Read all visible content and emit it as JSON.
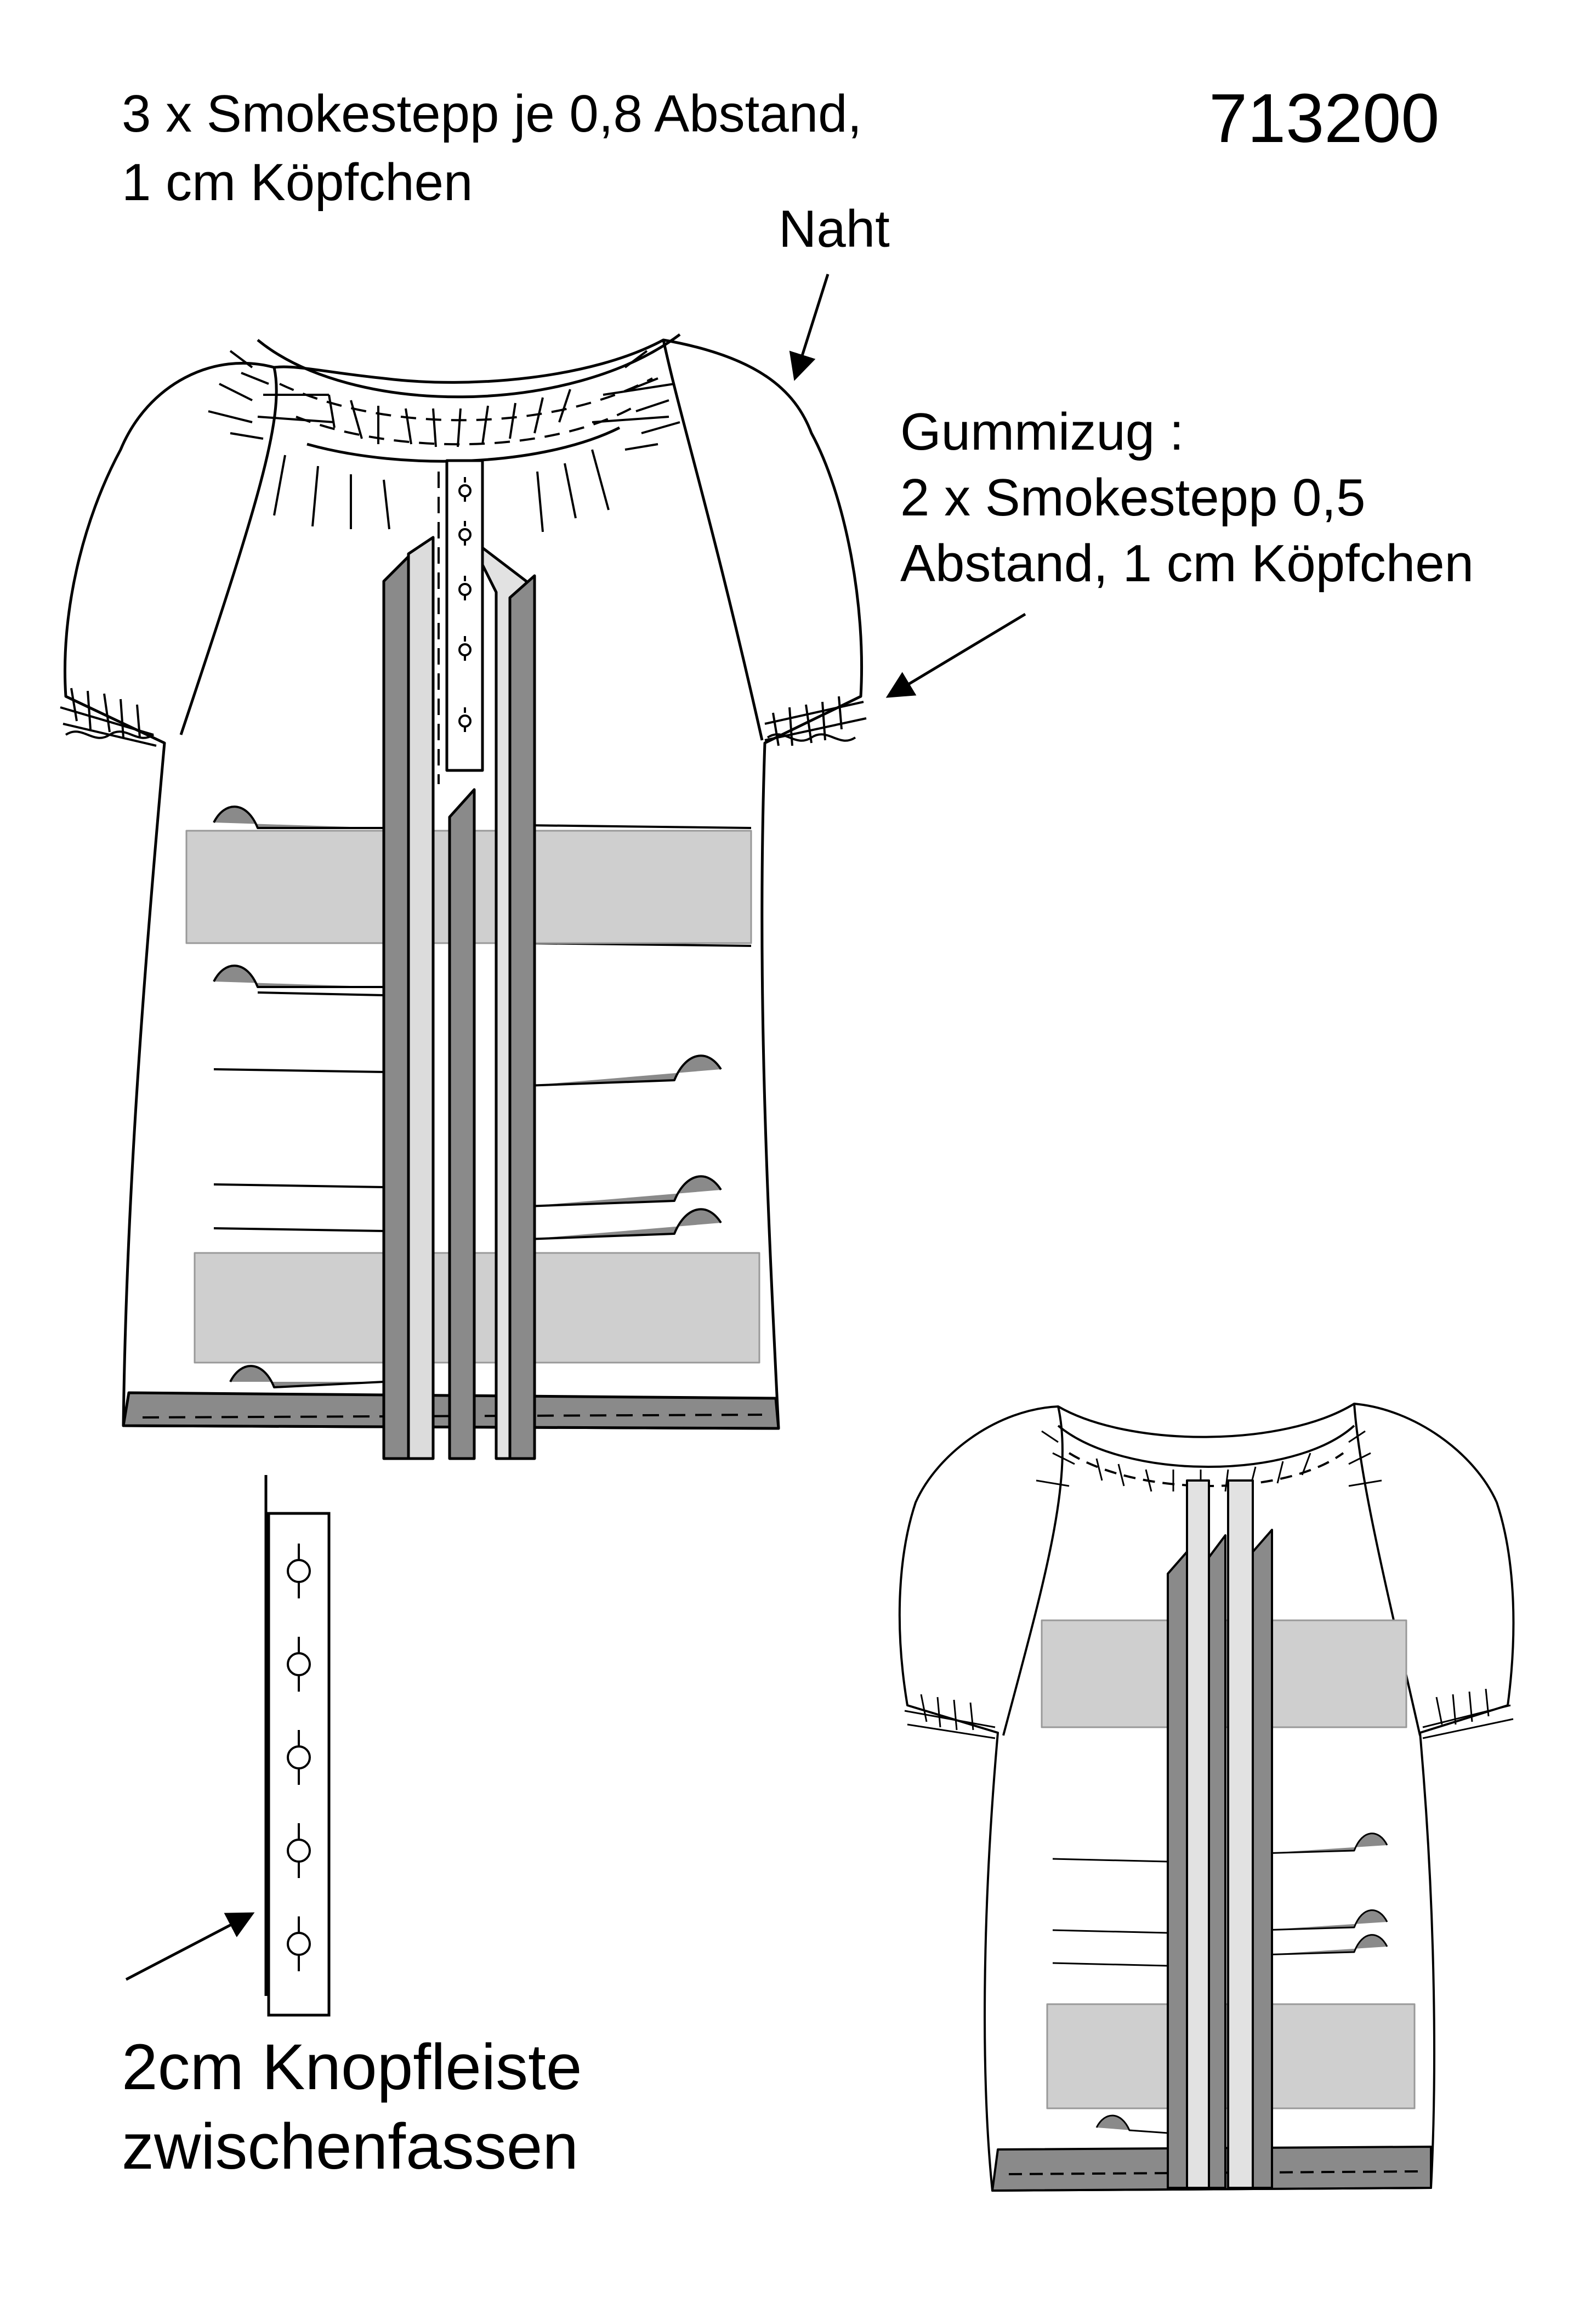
{
  "article_number": "713200",
  "annotations": {
    "smock_neckline": {
      "line1": "3 x Smokestepp je 0,8 Abstand,",
      "line2": "1 cm Köpfchen"
    },
    "seam": "Naht",
    "elastic": {
      "line1": "Gummizug :",
      "line2": "2 x Smokestepp 0,5",
      "line3": "Abstand, 1 cm Köpfchen"
    },
    "placket": {
      "line1": "2cm Knopfleiste",
      "line2": "zwischenfassen"
    }
  },
  "colors": {
    "line": "#000000",
    "dark_fill": "#8a8a8a",
    "light_fill": "#cfcfcf",
    "pale_fill": "#e2e2e2",
    "paper": "#ffffff"
  }
}
